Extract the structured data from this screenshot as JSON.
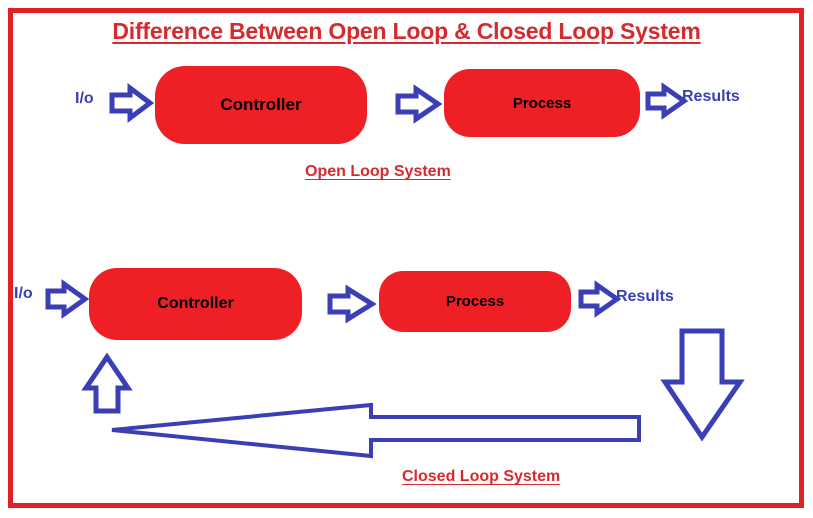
{
  "diagram": {
    "title": "Difference Between Open Loop & Closed Loop System",
    "colors": {
      "frame_red": "#e02226",
      "box_red": "#ee2026",
      "arrow_blue": "#3b3fb5",
      "title_red": "#d62a2e",
      "background": "#ffffff"
    }
  },
  "open_loop": {
    "caption": "Open Loop System",
    "input_label": "I/o",
    "controller_label": "Controller",
    "process_label": "Process",
    "output_label": "Results"
  },
  "closed_loop": {
    "caption": "Closed Loop System",
    "input_label": "I/o",
    "controller_label": "Controller",
    "process_label": "Process",
    "output_label": "Results"
  }
}
